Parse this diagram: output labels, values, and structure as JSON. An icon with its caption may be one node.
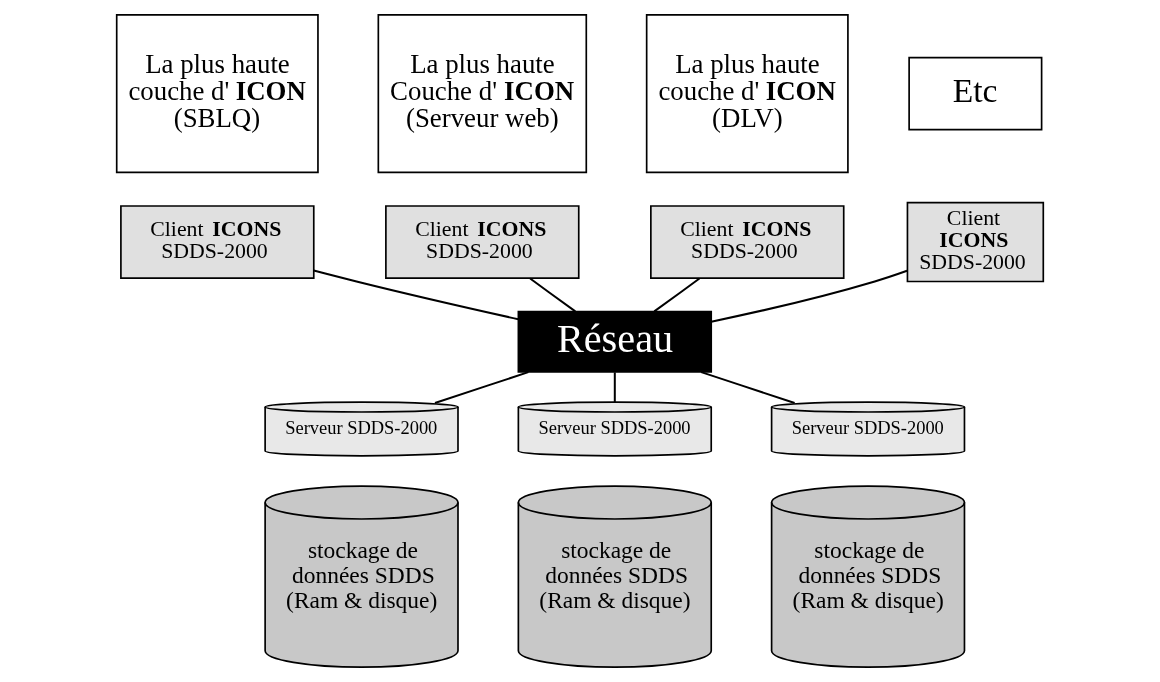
{
  "diagram": {
    "nodes": [
      {
        "text": [
          "La plus haute couche d' **ICON** (SBLQ)"
        ]
      },
      {
        "text": [
          "Client **ICONS** SDDS-2000"
        ]
      },
      {
        "text": [
          "La plus haute Couche d' **ICON** (Serveur web)"
        ]
      },
      {
        "text": [
          "Client **ICONS** SDDS-2000"
        ]
      },
      {
        "text": [
          "La plus haute couche d' **ICON** (DLV)"
        ]
      },
      {
        "text": [
          "Client **ICONS** SDDS-2000"
        ]
      },
      {
        "text": [
          "Etc"
        ]
      },
      {
        "text": [
          "Client **ICONS** SDDS-2000"
        ]
      },
      {
        "text": [
          "Réseau"
        ]
      },
      {
        "text": [
          "Serveur SDDS-2000"
        ]
      },
      {
        "text": [
          "stockage de données SDDS (Ram & disque)"
        ]
      },
      {
        "text": [
          "Serveur SDDS-2000"
        ]
      },
      {
        "text": [
          "stockage de données SDDS (Ram & disque)"
        ]
      },
      {
        "text": [
          "Serveur SDDS-2000"
        ]
      },
      {
        "text": [
          "stockage de données SDDS (Ram & disque)"
        ]
      }
    ],
    "edges": [
      {
        "from": 1,
        "to": 8,
        "arrow": "none"
      },
      {
        "from": 3,
        "to": 8,
        "arrow": "none"
      },
      {
        "from": 5,
        "to": 8,
        "arrow": "none"
      },
      {
        "from": 7,
        "to": 8,
        "arrow": "none"
      },
      {
        "from": 8,
        "to": 9,
        "arrow": "none"
      },
      {
        "from": 8,
        "to": 11,
        "arrow": "none"
      },
      {
        "from": 8,
        "to": 13,
        "arrow": "none"
      }
    ]
  }
}
